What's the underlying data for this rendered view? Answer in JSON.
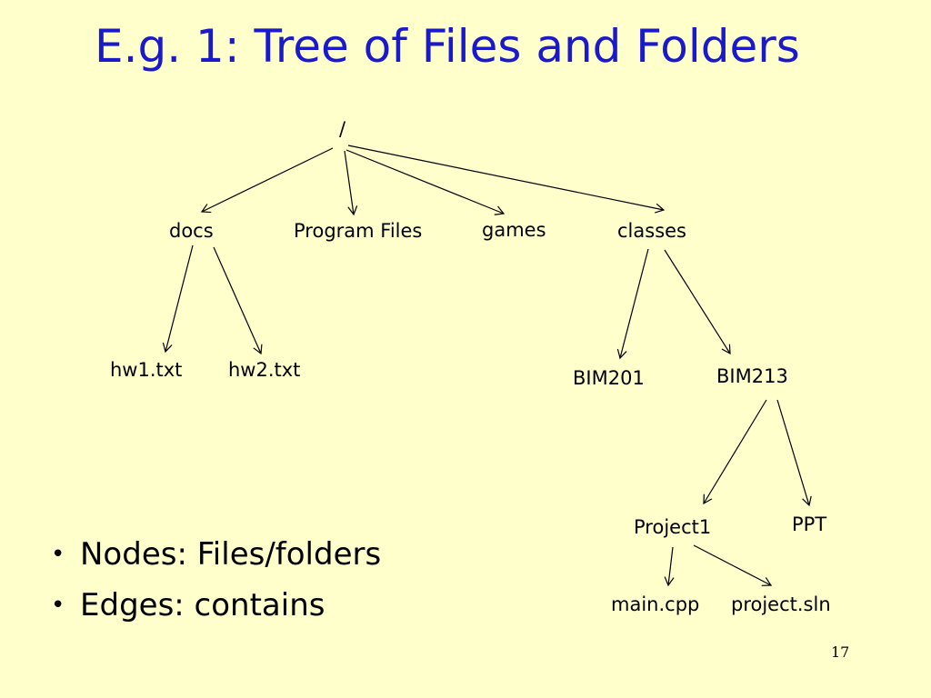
{
  "slide": {
    "title": "E.g. 1: Tree of Files and Folders",
    "page_number": "17",
    "bullets": [
      {
        "dot": "•",
        "text": "Nodes: Files/folders"
      },
      {
        "dot": "•",
        "text": "Edges: contains"
      }
    ]
  },
  "tree": {
    "nodes": {
      "root": "/",
      "docs": "docs",
      "program_files": "Program Files",
      "games": "games",
      "classes": "classes",
      "hw1": "hw1.txt",
      "hw2": "hw2.txt",
      "bim201": "BIM201",
      "bim213": "BIM213",
      "project1": "Project1",
      "ppt": "PPT",
      "main_cpp": "main.cpp",
      "project_sln": "project.sln"
    },
    "edges": [
      [
        "root",
        "docs"
      ],
      [
        "root",
        "program_files"
      ],
      [
        "root",
        "games"
      ],
      [
        "root",
        "classes"
      ],
      [
        "docs",
        "hw1"
      ],
      [
        "docs",
        "hw2"
      ],
      [
        "classes",
        "bim201"
      ],
      [
        "classes",
        "bim213"
      ],
      [
        "bim213",
        "project1"
      ],
      [
        "bim213",
        "ppt"
      ],
      [
        "project1",
        "main_cpp"
      ],
      [
        "project1",
        "project_sln"
      ]
    ]
  },
  "colors": {
    "background": "#ffffcc",
    "title": "#1a1acc",
    "text": "#000000"
  }
}
